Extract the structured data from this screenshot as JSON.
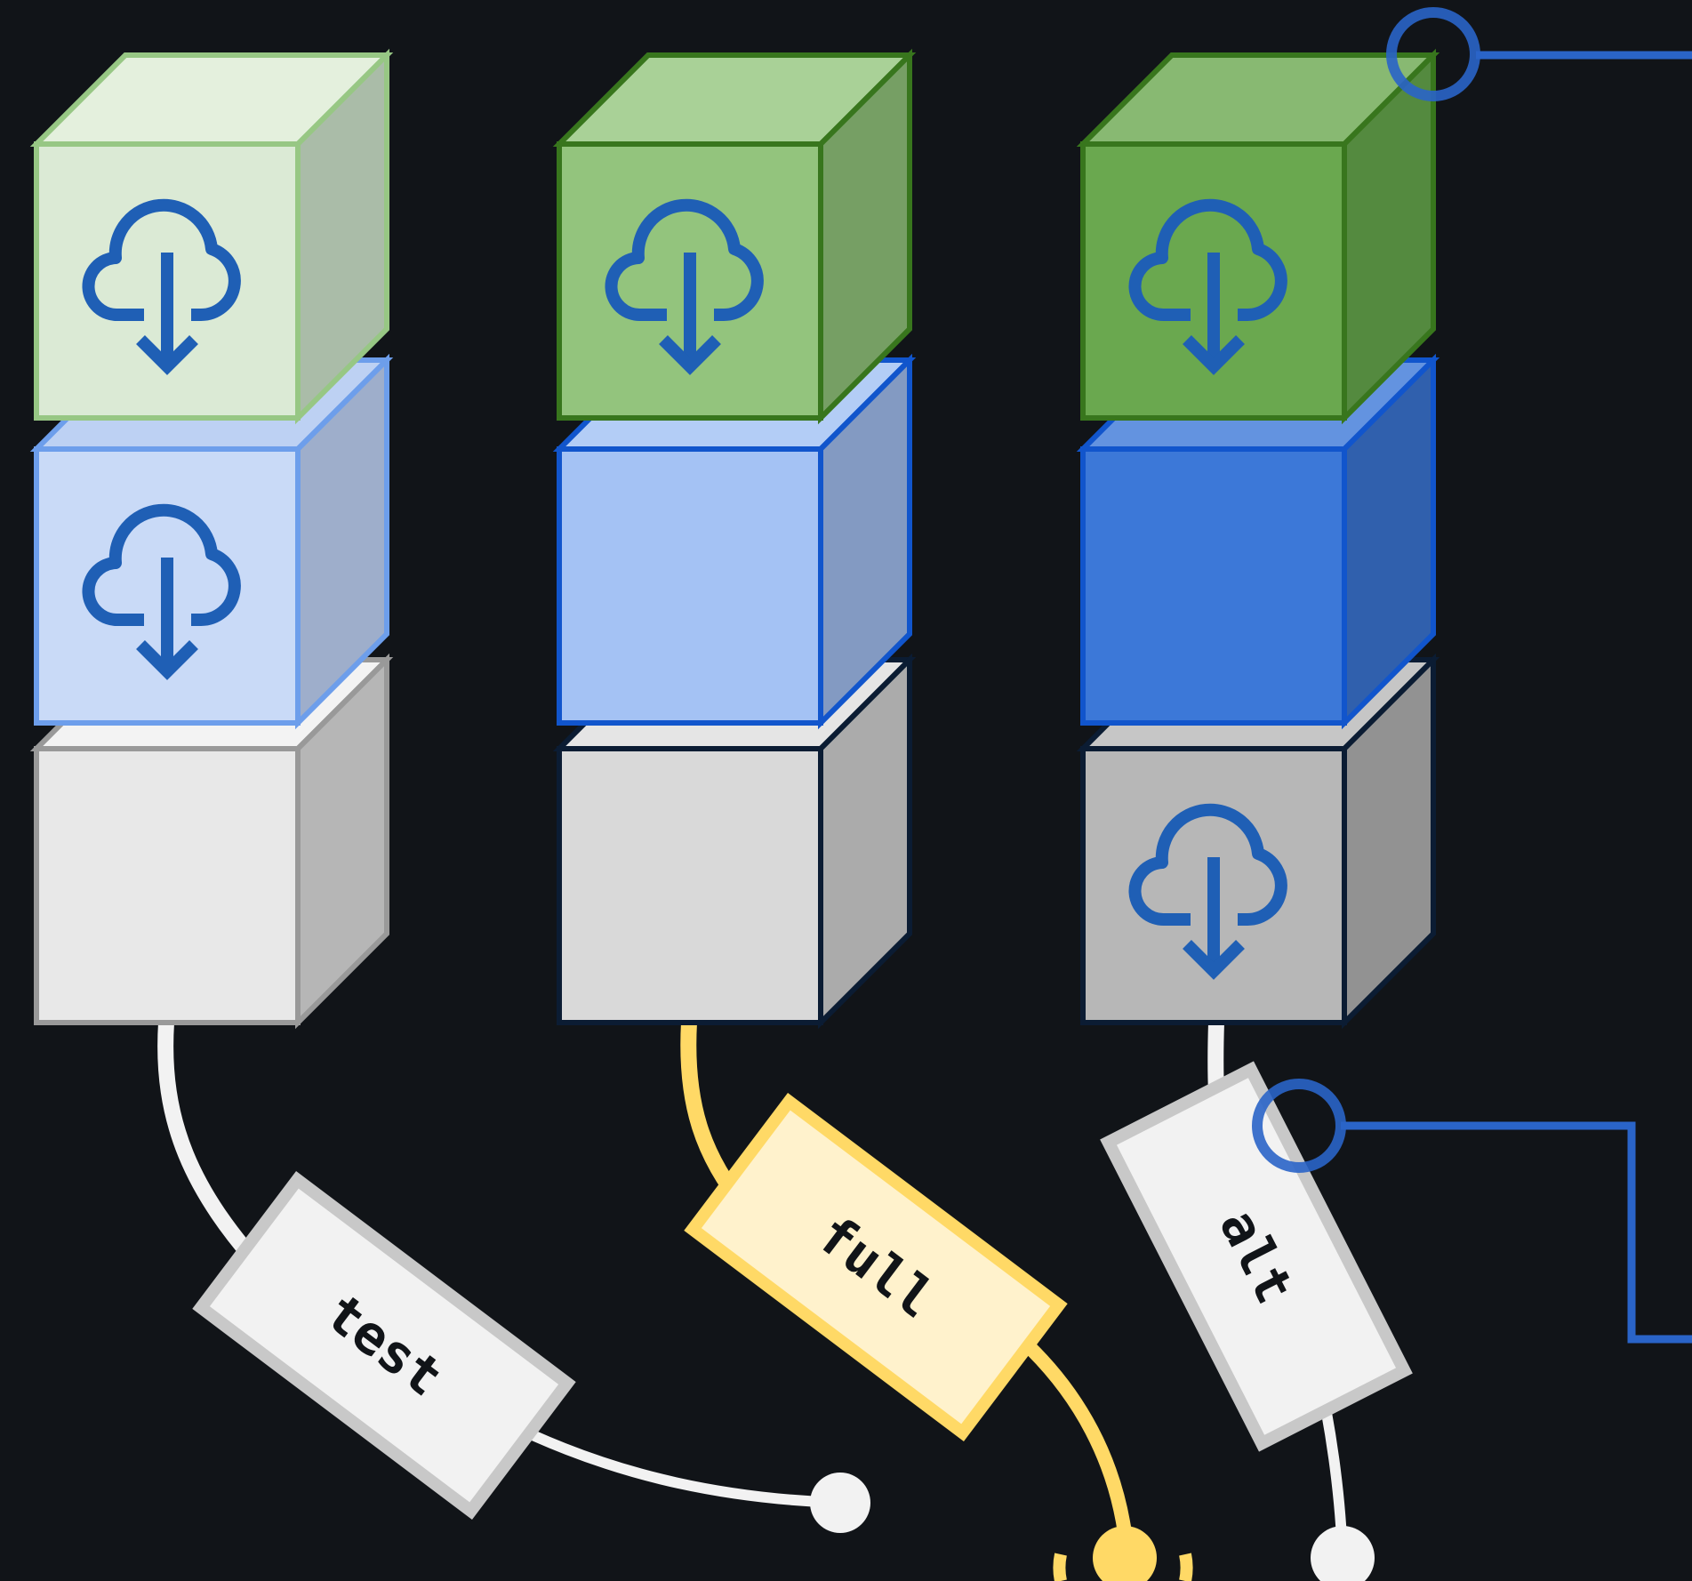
{
  "colors": {
    "background": "#111418",
    "icon_blue": "#1f5fb5",
    "link_blue": "#2a64c8",
    "link_white": "#f2f2f2",
    "link_yellow": "#ffd966",
    "tag_white_fill": "#f2f2f2",
    "tag_white_stroke": "#c8c8c8",
    "tag_yellow_fill": "#fff2cc",
    "tag_yellow_stroke": "#ffd966",
    "tag_text": "#111418"
  },
  "stacks": [
    {
      "id": "stack-1",
      "cubes": [
        {
          "layer": "top",
          "color": "light-green",
          "front": "#dbead5",
          "top": "#e4f0dd",
          "side": "#aabca8",
          "stroke": "#97c784",
          "icon": "cloud-download-icon"
        },
        {
          "layer": "middle",
          "color": "light-blue",
          "front": "#c9daf7",
          "top": "#bdd1f3",
          "side": "#9eaecb",
          "stroke": "#6d9eeb",
          "icon": "cloud-download-icon"
        },
        {
          "layer": "bottom",
          "color": "light-gray",
          "front": "#e8e8e8",
          "top": "#f3f3f3",
          "side": "#b6b6b6",
          "stroke": "#999999",
          "icon": ""
        }
      ],
      "tag": {
        "label": "test",
        "style": "white"
      }
    },
    {
      "id": "stack-2",
      "cubes": [
        {
          "layer": "top",
          "color": "green",
          "front": "#93c47d",
          "top": "#a9d197",
          "side": "#769f64",
          "stroke": "#38761d",
          "icon": "cloud-download-icon"
        },
        {
          "layer": "middle",
          "color": "blue",
          "front": "#a4c2f4",
          "top": "#b3cdf6",
          "side": "#839ac2",
          "stroke": "#1155cc",
          "icon": ""
        },
        {
          "layer": "bottom",
          "color": "gray",
          "front": "#d9d9d9",
          "top": "#e5e5e5",
          "side": "#ababab",
          "stroke": "#0b1c33",
          "icon": ""
        }
      ],
      "tag": {
        "label": "full",
        "style": "yellow"
      }
    },
    {
      "id": "stack-3",
      "cubes": [
        {
          "layer": "top",
          "color": "dark-green",
          "front": "#6aa84f",
          "top": "#88b972",
          "side": "#548a3f",
          "stroke": "#38761d",
          "icon": "cloud-download-icon"
        },
        {
          "layer": "middle",
          "color": "dark-blue",
          "front": "#3c78d8",
          "top": "#6393e0",
          "side": "#3060ad",
          "stroke": "#1155cc",
          "icon": ""
        },
        {
          "layer": "bottom",
          "color": "dark-gray",
          "front": "#b7b7b7",
          "top": "#c6c6c6",
          "side": "#929292",
          "stroke": "#0b1c33",
          "icon": "cloud-download-icon"
        }
      ],
      "tag": {
        "label": "alt",
        "style": "white"
      }
    }
  ]
}
